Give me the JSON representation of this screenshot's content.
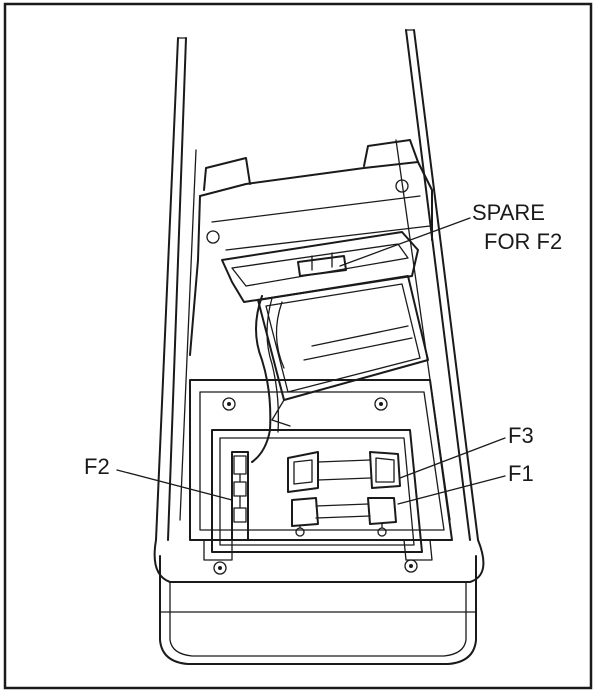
{
  "labels": {
    "spare_line1": "SPARE",
    "spare_line2": "FOR F2",
    "f1": "F1",
    "f2": "F2",
    "f3": "F3"
  }
}
